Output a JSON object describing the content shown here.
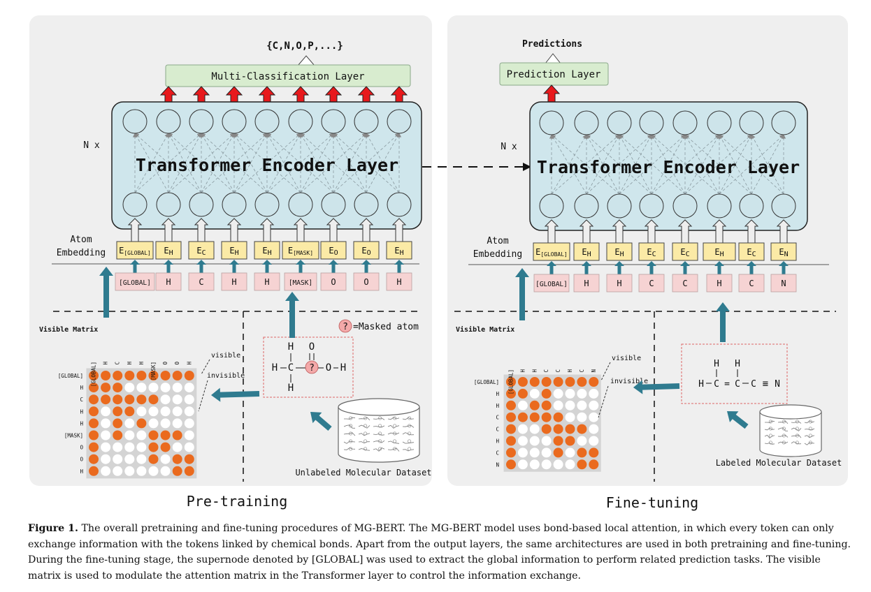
{
  "pretraining": {
    "title": "Pre-training",
    "output_label": "{C,N,O,P,...}",
    "head_label": "Multi-Classification Layer",
    "encoder_label": "Transformer Encoder Layer",
    "repeat_label": "N x",
    "embedding_label": [
      "Atom",
      "Embedding"
    ],
    "embeddings": [
      {
        "main": "E",
        "sub": "[GLOBAL]"
      },
      {
        "main": "E",
        "sub": "H"
      },
      {
        "main": "E",
        "sub": "C"
      },
      {
        "main": "E",
        "sub": "H"
      },
      {
        "main": "E",
        "sub": "H"
      },
      {
        "main": "E",
        "sub": "[MASK]"
      },
      {
        "main": "E",
        "sub": "O"
      },
      {
        "main": "E",
        "sub": "O"
      },
      {
        "main": "E",
        "sub": "H"
      }
    ],
    "tokens": [
      "[GLOBAL]",
      "H",
      "C",
      "H",
      "H",
      "[MASK]",
      "O",
      "O",
      "H"
    ],
    "matrix_title": "Visible Matrix",
    "matrix_row_labels": [
      "[GLOBAL]",
      "H",
      "C",
      "H",
      "H",
      "[MASK]",
      "O",
      "O",
      "H"
    ],
    "matrix_col_labels": [
      "[GLOBAL]",
      "H",
      "C",
      "H",
      "H",
      "[MASK]",
      "O",
      "O",
      "H"
    ],
    "matrix": [
      [
        1,
        1,
        1,
        1,
        1,
        1,
        1,
        1,
        1
      ],
      [
        1,
        1,
        1,
        0,
        0,
        0,
        0,
        0,
        0
      ],
      [
        1,
        1,
        1,
        1,
        1,
        1,
        0,
        0,
        0
      ],
      [
        1,
        0,
        1,
        1,
        0,
        0,
        0,
        0,
        0
      ],
      [
        1,
        0,
        1,
        0,
        1,
        0,
        0,
        0,
        0
      ],
      [
        1,
        0,
        1,
        0,
        0,
        1,
        1,
        1,
        0
      ],
      [
        1,
        0,
        0,
        0,
        0,
        1,
        1,
        0,
        0
      ],
      [
        1,
        0,
        0,
        0,
        0,
        1,
        0,
        1,
        1
      ],
      [
        1,
        0,
        0,
        0,
        0,
        0,
        0,
        1,
        1
      ]
    ],
    "legend_visible": "visible",
    "legend_invisible": "invisible",
    "masked_legend_mark": "?",
    "masked_legend_text": "=Masked atom",
    "molecule": {
      "top": [
        "H",
        "O"
      ],
      "middle": [
        "H",
        "C",
        "?",
        "O",
        "H"
      ],
      "bottom": "H"
    },
    "dataset_label": "Unlabeled Molecular Dataset"
  },
  "finetuning": {
    "title": "Fine-tuning",
    "output_label": "Predictions",
    "head_label": "Prediction Layer",
    "encoder_label": "Transformer Encoder Layer",
    "repeat_label": "N x",
    "embedding_label": [
      "Atom",
      "Embedding"
    ],
    "embeddings": [
      {
        "main": "E",
        "sub": "[GLOBAL]"
      },
      {
        "main": "E",
        "sub": "H"
      },
      {
        "main": "E",
        "sub": "H"
      },
      {
        "main": "E",
        "sub": "C"
      },
      {
        "main": "E",
        "sub": "C"
      },
      {
        "main": "E",
        "sub": "H"
      },
      {
        "main": "E",
        "sub": "C"
      },
      {
        "main": "E",
        "sub": "N"
      }
    ],
    "tokens": [
      "[GLOBAL]",
      "H",
      "H",
      "C",
      "C",
      "H",
      "C",
      "N"
    ],
    "matrix_title": "Visible Matrix",
    "matrix_row_labels": [
      "[GLOBAL]",
      "H",
      "H",
      "C",
      "C",
      "H",
      "C",
      "N"
    ],
    "matrix_col_labels": [
      "[GLOBAL]",
      "H",
      "H",
      "C",
      "C",
      "H",
      "C",
      "N"
    ],
    "matrix": [
      [
        1,
        1,
        1,
        1,
        1,
        1,
        1,
        1
      ],
      [
        1,
        1,
        0,
        1,
        0,
        0,
        0,
        0
      ],
      [
        1,
        0,
        1,
        1,
        0,
        0,
        0,
        0
      ],
      [
        1,
        1,
        1,
        1,
        1,
        0,
        0,
        0
      ],
      [
        1,
        0,
        0,
        1,
        1,
        1,
        1,
        0
      ],
      [
        1,
        0,
        0,
        0,
        1,
        1,
        0,
        0
      ],
      [
        1,
        0,
        0,
        0,
        1,
        0,
        1,
        1
      ],
      [
        1,
        0,
        0,
        0,
        0,
        0,
        1,
        1
      ]
    ],
    "legend_visible": "visible",
    "legend_invisible": "invisible",
    "molecule": {
      "top": [
        "H",
        "H"
      ],
      "bottom": [
        "H",
        "C",
        "=",
        "C",
        "C",
        "≡",
        "N"
      ]
    },
    "dataset_label": "Labeled Molecular Dataset"
  },
  "caption": {
    "label": "Figure 1.",
    "text": "The overall pretraining and fine-tuning procedures of MG-BERT. The MG-BERT model uses bond-based local attention, in which every token can only exchange information with the tokens linked by chemical bonds. Apart from the output layers, the same architectures are used in both pretraining and fine-tuning. During the fine-tuning stage, the supernode denoted by [GLOBAL] was used to extract the global information to perform related prediction tasks. The visible matrix is used to modulate the attention matrix in the Transformer layer to control the information exchange."
  },
  "colors": {
    "panel": "#efefef",
    "encoder": "#cfe6ec",
    "node": "#cde4ea",
    "head": "#d8eccf",
    "embedding": "#fbeaa6",
    "token": "#f6d3d3",
    "red_arrow": "#e8191c",
    "teal_arrow": "#2f7b8f",
    "orange": "#ea6a1e"
  }
}
